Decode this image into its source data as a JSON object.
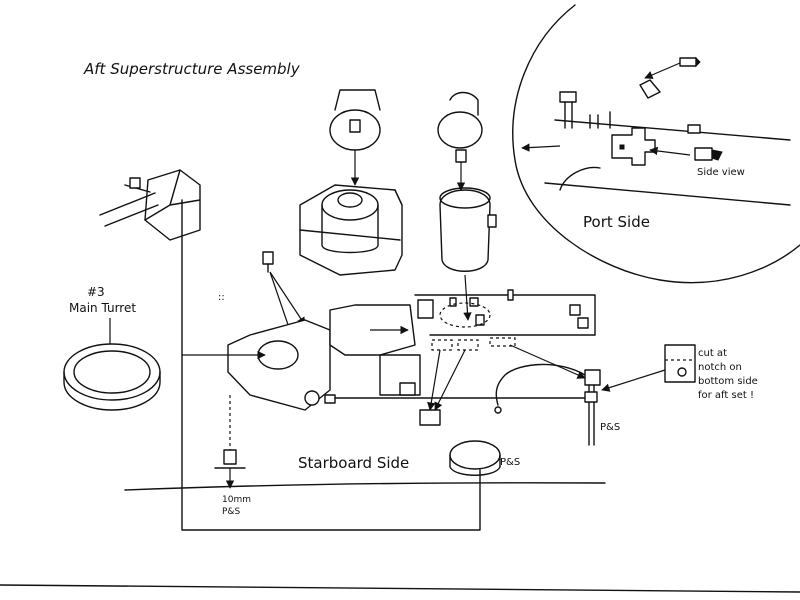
{
  "title": "Aft Superstructure Assembly",
  "labels": {
    "turret_number": "#3",
    "turret_name": "Main Turret",
    "port_side": "Port Side",
    "side_view": "Side view",
    "starboard_side": "Starboard Side",
    "ps_right": "P&S",
    "ps_center": "P&S",
    "ten_mm": "10mm",
    "ps_bottom": "P&S",
    "note_line1": "cut at",
    "note_line2": "notch on",
    "note_line3": "bottom side",
    "note_line4": "for aft set !"
  }
}
